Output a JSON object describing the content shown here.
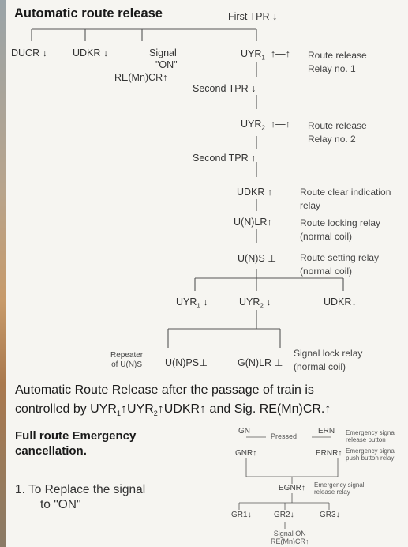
{
  "title": "Automatic route release",
  "first_tpr": "First TPR",
  "arrows": {
    "up": "↑",
    "down": "↓",
    "pair": "↑—↑",
    "bar": "⊥",
    "upbar": "⊥"
  },
  "level1": {
    "ducr": "DUCR",
    "udkr": "UDKR",
    "signal_line1": "Signal",
    "signal_line2": "\"ON\"",
    "re_mn_cr": "RE(Mn)CR"
  },
  "uyr1": "UYR",
  "uyr1_sub": "1",
  "route_release_1": [
    "Route release",
    "Relay no. 1"
  ],
  "second_tpr_1": "Second TPR",
  "uyr2": "UYR",
  "uyr2_sub": "2",
  "route_release_2": [
    "Route release",
    "Relay no. 2"
  ],
  "second_tpr_2": "Second TPR",
  "udkr_main": "UDKR",
  "route_clear": [
    "Route clear indication",
    "relay"
  ],
  "unlr": "U(N)LR",
  "route_locking": [
    "Route locking relay",
    "(normal coil)"
  ],
  "uns": "U(N)S",
  "route_setting": [
    "Route setting relay",
    "(normal coil)"
  ],
  "branch": {
    "uyr1": "UYR",
    "uyr1_sub": "1",
    "uyr2": "UYR",
    "uyr2_sub": "2",
    "udkr": "UDKR"
  },
  "repeater": [
    "Repeater",
    "of U(N)S"
  ],
  "unps": "U(N)PS",
  "gnlr": "G(N)LR",
  "signal_lock": [
    "Signal lock relay",
    "(normal coil)"
  ],
  "paragraph_line1": "Automatic Route Release after the passage of train is",
  "paragraph_line2_parts": [
    "controlled by UYR",
    "1",
    "↑UYR",
    "2",
    "↑UDKR↑ and Sig. RE(Mn)CR.↑"
  ],
  "emergency_heading": [
    "Full route Emergency",
    "cancellation."
  ],
  "replace_item": [
    "1.  To  Replace the signal",
    "to \"ON\""
  ],
  "small_diagram": {
    "gn": "GN",
    "pressed": "Pressed",
    "ern": "ERN",
    "esr_button": [
      "Emergency signal",
      "release button"
    ],
    "gnr": "GNR",
    "ernr": "ERNR",
    "esp_relay": [
      "Emergency signal",
      "push button relay"
    ],
    "egnr": "EGNR",
    "esr_relay": [
      "Emergency signal",
      "release relay"
    ],
    "gr1": "GR1",
    "gr2": "GR2",
    "gr3": "GR3",
    "signal_on": "Signal ON",
    "remncr": "RE(Mn)CR"
  }
}
